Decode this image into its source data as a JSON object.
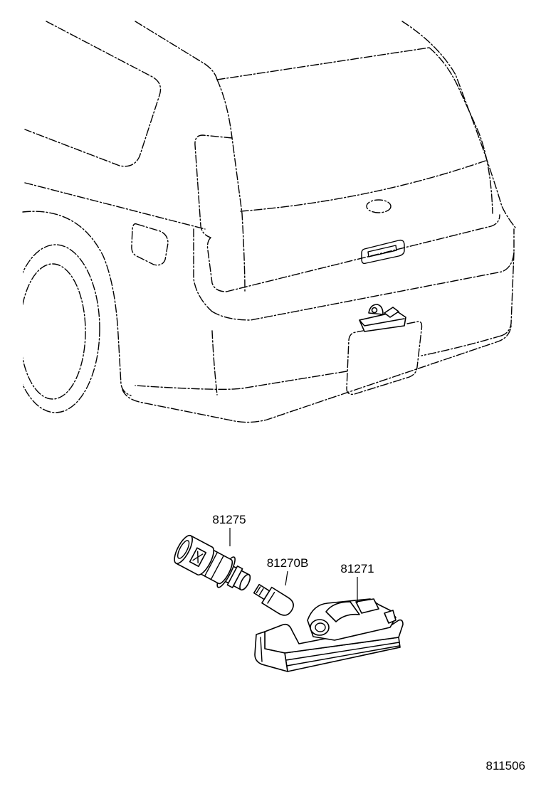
{
  "colors": {
    "line": "#000000",
    "background": "#ffffff"
  },
  "callouts": [
    {
      "part_number": "81275"
    },
    {
      "part_number": "81270B"
    },
    {
      "part_number": "81271"
    }
  ],
  "figure_number": "811506"
}
